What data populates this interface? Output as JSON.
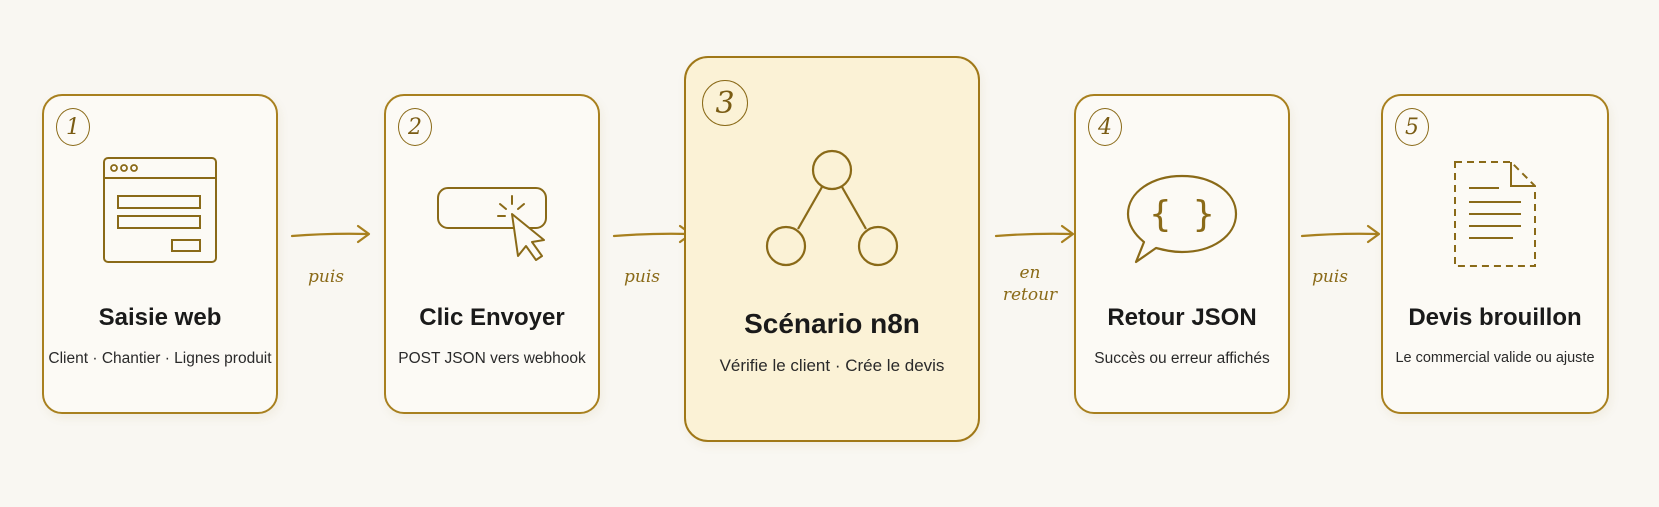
{
  "steps": [
    {
      "number": "1",
      "title": "Saisie web",
      "subtitle": "Client · Chantier · Lignes produit",
      "icon": "web-form-icon"
    },
    {
      "number": "2",
      "title": "Clic Envoyer",
      "subtitle": "POST JSON vers webhook",
      "icon": "click-button-icon"
    },
    {
      "number": "3",
      "title": "Scénario n8n",
      "subtitle": "Vérifie le client · Crée le devis",
      "icon": "workflow-nodes-icon"
    },
    {
      "number": "4",
      "title": "Retour JSON",
      "subtitle": "Succès ou erreur affichés",
      "icon": "json-speech-bubble-icon"
    },
    {
      "number": "5",
      "title": "Devis brouillon",
      "subtitle": "Le commercial valide ou ajuste",
      "icon": "draft-document-icon"
    }
  ],
  "connectors": [
    {
      "label_line1": "puis",
      "label_line2": ""
    },
    {
      "label_line1": "puis",
      "label_line2": ""
    },
    {
      "label_line1": "en",
      "label_line2": "retour"
    },
    {
      "label_line1": "puis",
      "label_line2": ""
    }
  ],
  "colors": {
    "accent": "#a8801f",
    "highlight_fill": "#fbf2d6",
    "background": "#f9f7f2"
  }
}
